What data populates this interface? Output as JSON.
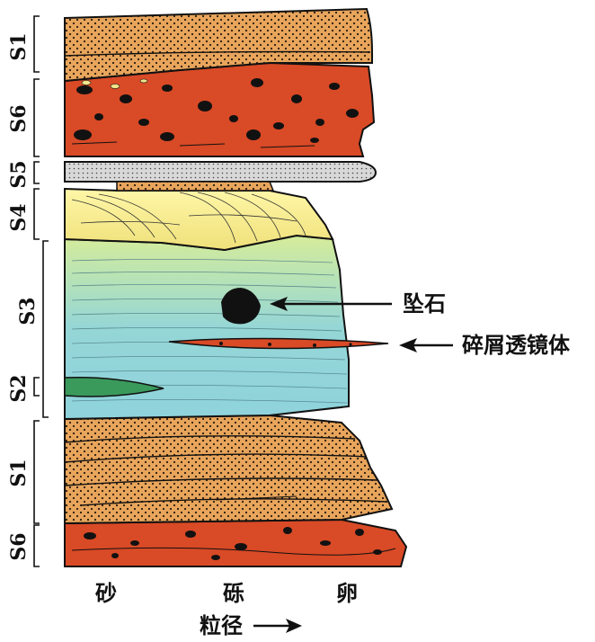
{
  "units": {
    "s1_top": "S1",
    "s6_upper": "S6",
    "s5": "S5",
    "s4": "S4",
    "s3": "S3",
    "s2": "S2",
    "s1_lower": "S1",
    "s6_lower": "S6"
  },
  "annotations": {
    "dropstone": "坠石",
    "debris_lens": "碎屑透镜体"
  },
  "grain_size": {
    "sand": "砂",
    "gravel": "砾",
    "cobble": "卵",
    "axis_title": "粒径"
  },
  "colors": {
    "sandstone": "#e8a55c",
    "conglomerate": "#d94a26",
    "siltstone_gray": "#cfcfcf",
    "yellow_sand": "#f0e68c",
    "clay_blue": "#8fd3dc",
    "clay_green": "#c9e8a6",
    "lens_green": "#3a9a5c",
    "outline": "#111111"
  }
}
